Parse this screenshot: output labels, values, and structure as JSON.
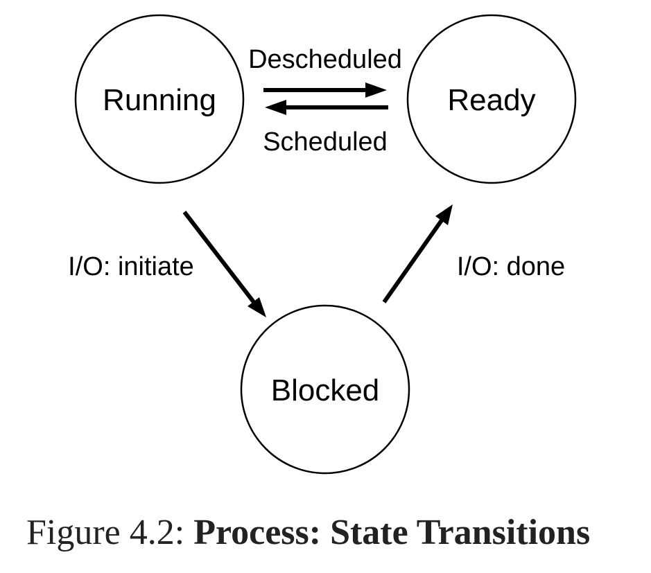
{
  "diagram": {
    "type": "state-transition",
    "states": {
      "running": "Running",
      "ready": "Ready",
      "blocked": "Blocked"
    },
    "transitions": {
      "descheduled": "Descheduled",
      "scheduled": "Scheduled",
      "io_initiate": "I/O: initiate",
      "io_done": "I/O: done"
    }
  },
  "caption": {
    "prefix": "Figure 4.2:",
    "title": "Process: State Transitions"
  }
}
